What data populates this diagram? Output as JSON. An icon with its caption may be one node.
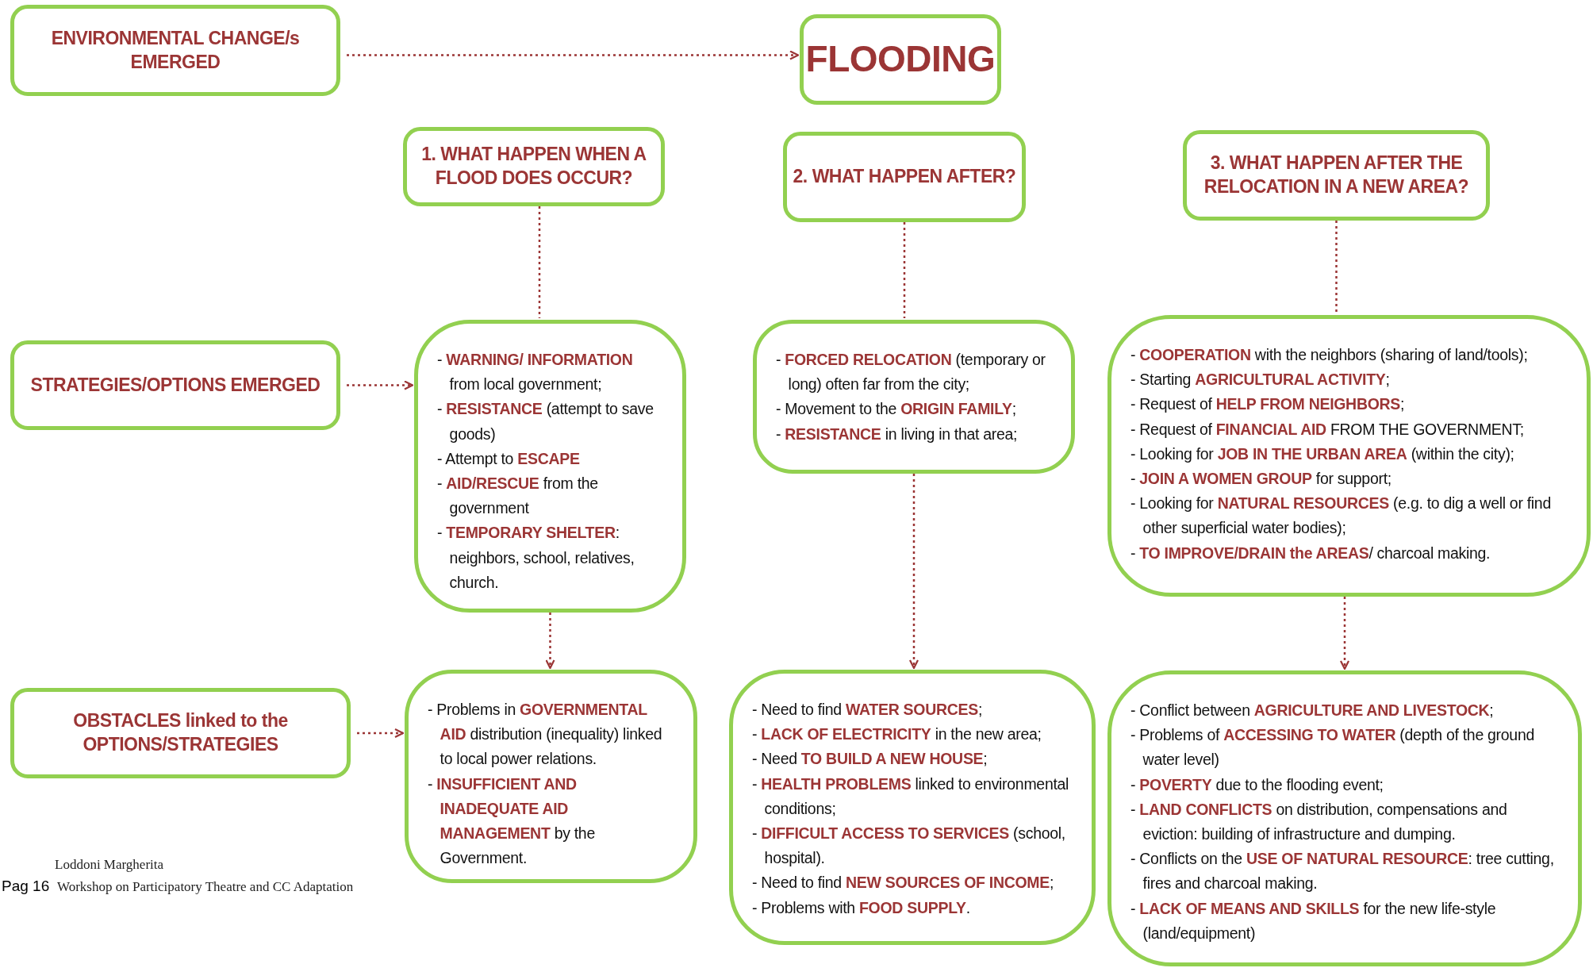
{
  "diagram": {
    "nodes": [
      {
        "text": [
          "ENVIRONMENTAL CHANGE/s EMERGED"
        ]
      },
      {
        "text": [
          "FLOODING"
        ]
      },
      {
        "text": [
          "1. WHAT HAPPEN WHEN A FLOOD DOES OCCUR?"
        ]
      },
      {
        "text": [
          "2. WHAT HAPPEN AFTER?"
        ]
      },
      {
        "text": [
          "3. WHAT HAPPEN AFTER THE RELOCATION IN A NEW AREA?"
        ]
      },
      {
        "text": [
          "STRATEGIES/OPTIONS EMERGED"
        ]
      },
      {
        "text": [
          "- **WARNING/ INFORMATION** from local government;",
          "- **RESISTANCE** (attempt to save goods)",
          "- Attempt to **ESCAPE**",
          "- **AID/RESCUE** from the government",
          "- **TEMPORARY SHELTER**: neighbors, school, relatives, church."
        ]
      },
      {
        "text": [
          "- **FORCED RELOCATION** (temporary or long) often far from the city;",
          "- Movement to the **ORIGIN FAMILY**;",
          "- **RESISTANCE** in living in that area;"
        ]
      },
      {
        "text": [
          "- **COOPERATION** with the neighbors (sharing of land/tools);",
          "- Starting **AGRICULTURAL ACTIVITY**;",
          "- Request of **HELP FROM NEIGHBORS**;",
          "- Request of **FINANCIAL AID** FROM THE GOVERNMENT;",
          "- Looking for **JOB IN THE URBAN AREA** (within the city);",
          "- **JOIN A WOMEN GROUP** for support;",
          "- Looking for **NATURAL RESOURCES** (e.g. to dig a well or find other superficial water bodies);",
          "- **TO IMPROVE/DRAIN the AREAS**/ charcoal making."
        ]
      },
      {
        "text": [
          "OBSTACLES linked to the OPTIONS/STRATEGIES"
        ]
      },
      {
        "text": [
          "- Problems in **GOVERNMENTAL AID** distribution (inequality) linked to local power relations.",
          "- **INSUFFICIENT AND INADEQUATE AID MANAGEMENT** by the Government."
        ]
      },
      {
        "text": [
          "- Need to find **WATER SOURCES**;",
          "- **LACK OF ELECTRICITY** in the new area;",
          "- Need **TO BUILD A NEW HOUSE**;",
          "- **HEALTH PROBLEMS** linked to environmental conditions;",
          "- **DIFFICULT ACCESS TO SERVICES** (school, hospital).",
          "- Need to find **NEW SOURCES OF INCOME**;",
          "- Problems with **FOOD SUPPLY**."
        ]
      },
      {
        "text": [
          "- Conflict between **AGRICULTURE AND LIVESTOCK**;",
          "- Problems of **ACCESSING TO WATER** (depth of the ground water level)",
          "- **POVERTY** due to the flooding event;",
          "- **LAND CONFLICTS** on distribution, compensations and eviction: building of infrastructure and dumping.",
          "- Conflicts on the **USE OF NATURAL RESOURCE**: tree cutting, fires and charcoal making.",
          "- **LACK OF MEANS AND SKILLS** for the new life-style (land/equipment)"
        ]
      }
    ],
    "edges": [
      {
        "from": 0,
        "to": 1,
        "arrow": "to",
        "style": "dashed"
      },
      {
        "from": 2,
        "to": 6,
        "arrow": "none",
        "style": "dashed"
      },
      {
        "from": 3,
        "to": 7,
        "arrow": "none",
        "style": "dashed"
      },
      {
        "from": 4,
        "to": 8,
        "arrow": "none",
        "style": "dashed"
      },
      {
        "from": 5,
        "to": 6,
        "arrow": "to",
        "style": "dashed"
      },
      {
        "from": 6,
        "to": 10,
        "arrow": "to",
        "style": "dashed"
      },
      {
        "from": 7,
        "to": 11,
        "arrow": "to",
        "style": "dashed"
      },
      {
        "from": 8,
        "to": 12,
        "arrow": "to",
        "style": "dashed"
      },
      {
        "from": 9,
        "to": 10,
        "arrow": "to",
        "style": "dashed"
      }
    ],
    "labels": [
      "Loddoni Margherita",
      "Pag 16",
      "Workshop on Participatory Theatre and CC Adaptation"
    ]
  }
}
